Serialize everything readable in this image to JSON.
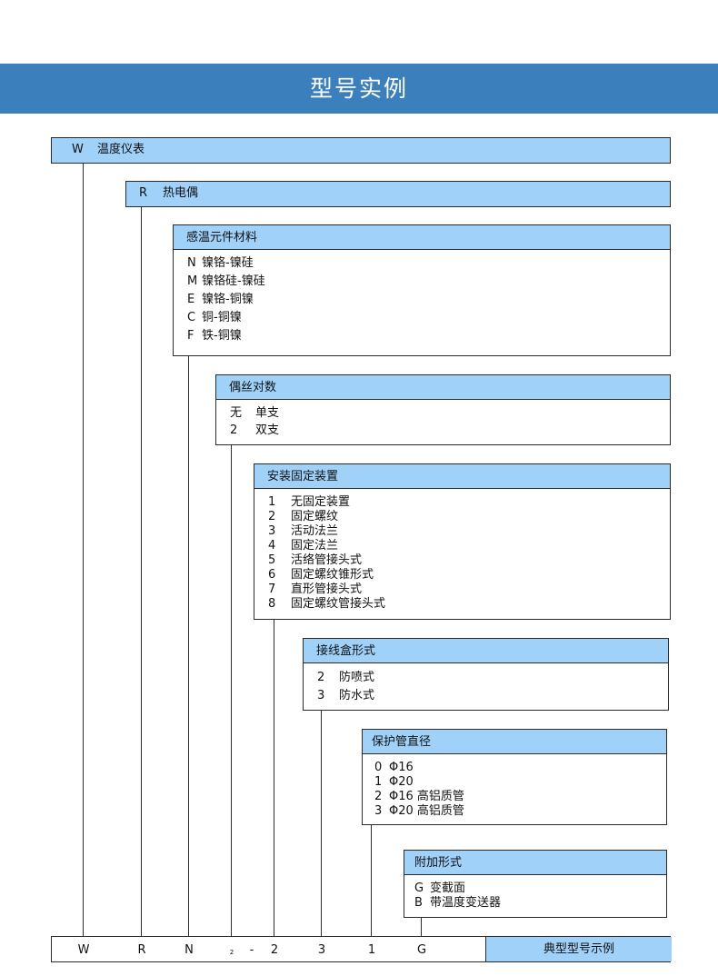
{
  "banner_title": "型号实例",
  "level1": {
    "code": "W",
    "label": "温度仪表"
  },
  "level2": {
    "code": "R",
    "label": "热电偶"
  },
  "groups": [
    {
      "title": "感温元件材料",
      "items": [
        {
          "code": "N",
          "text": "镍铬-镍硅"
        },
        {
          "code": "M",
          "text": "镍铬硅-镍硅"
        },
        {
          "code": "E",
          "text": "镍铬-铜镍"
        },
        {
          "code": "C",
          "text": "铜-铜镍"
        },
        {
          "code": "F",
          "text": "铁-铜镍"
        }
      ]
    },
    {
      "title": "偶丝对数",
      "items": [
        {
          "code": "无",
          "text": "单支"
        },
        {
          "code": "2",
          "text": "双支"
        }
      ]
    },
    {
      "title": "安装固定装置",
      "items": [
        {
          "code": "1",
          "text": "无固定装置"
        },
        {
          "code": "2",
          "text": "固定螺纹"
        },
        {
          "code": "3",
          "text": "活动法兰"
        },
        {
          "code": "4",
          "text": "固定法兰"
        },
        {
          "code": "5",
          "text": "活络管接头式"
        },
        {
          "code": "6",
          "text": "固定螺纹锥形式"
        },
        {
          "code": "7",
          "text": "直形管接头式"
        },
        {
          "code": "8",
          "text": "固定螺纹管接头式"
        }
      ]
    },
    {
      "title": "接线盒形式",
      "items": [
        {
          "code": "2",
          "text": "防喷式"
        },
        {
          "code": "3",
          "text": "防水式"
        }
      ]
    },
    {
      "title": "保护管直径",
      "items": [
        {
          "code": "0",
          "text": "Φ16"
        },
        {
          "code": "1",
          "text": "Φ20"
        },
        {
          "code": "2",
          "text": "Φ16 高铝质管"
        },
        {
          "code": "3",
          "text": "Φ20 高铝质管"
        }
      ]
    },
    {
      "title": "附加形式",
      "items": [
        {
          "code": "G",
          "text": "变截面"
        },
        {
          "code": "B",
          "text": "带温度变送器"
        }
      ]
    }
  ],
  "example": {
    "codes": [
      "W",
      "R",
      "N",
      "2",
      "-",
      "2",
      "3",
      "1",
      "G"
    ],
    "label": "典型型号示例"
  },
  "colors": {
    "banner": "#3c7fbd",
    "header_fill": "#9fd1f9",
    "line": "#2b2b2b"
  }
}
